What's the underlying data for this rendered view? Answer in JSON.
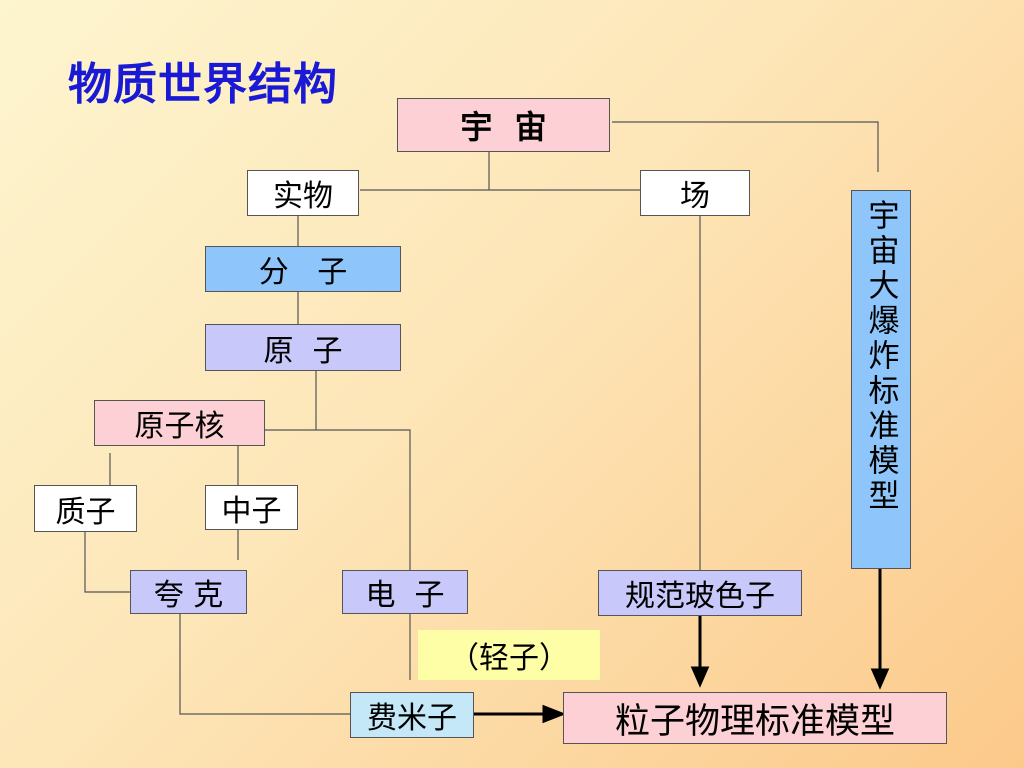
{
  "title": "物质世界结构",
  "nodes": {
    "universe": "宇  宙",
    "matter": "实物",
    "field": "场",
    "molecule": "分   子",
    "atom": "原  子",
    "nucleus": "原子核",
    "proton": "质子",
    "neutron": "中子",
    "quark": "夸 克",
    "electron": "电  子",
    "gauge_boson": "规范玻色子",
    "lepton_note": "（轻子）",
    "fermion": "费米子",
    "big_bang_model": "宇宙大爆炸标准模型",
    "standard_model": "粒子物理标准模型"
  },
  "colors": {
    "title": "#1a1ad6",
    "pink": "#fcd0d4",
    "blue": "#8ec6fb",
    "lavender": "#c8c8fb",
    "light_blue": "#c4e8f8",
    "yellow": "#fefea6"
  }
}
